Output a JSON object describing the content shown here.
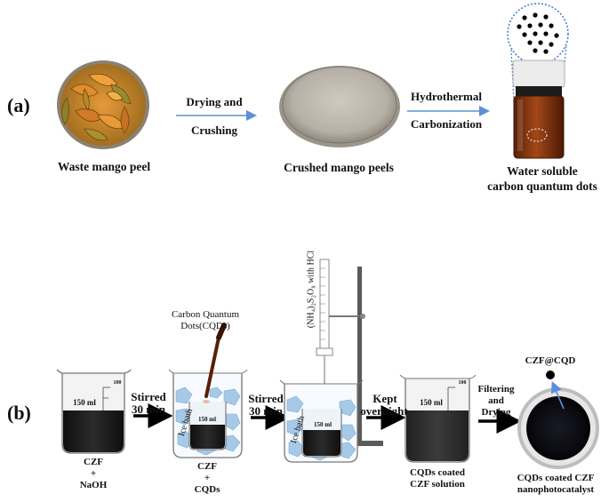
{
  "panel_a": {
    "tag": "(a)",
    "items": [
      {
        "label": "Waste  mango peel"
      },
      {
        "label": "Crushed mango peels"
      },
      {
        "label_line1": "Water soluble",
        "label_line2": "carbon quantum dots"
      }
    ],
    "steps": [
      {
        "line1": "Drying and",
        "line2": "Crushing"
      },
      {
        "line1": "Hydrothermal",
        "line2": "Carbonization"
      }
    ]
  },
  "panel_b": {
    "tag": "(b)",
    "beaker_volume": "150 ml",
    "beaker_mark": "100",
    "ice_bath": "Ice bath",
    "dropper_label_line1": "Carbon Quantum",
    "dropper_label_line2": "Dots(CQDs)",
    "burette_label": "(NH₄)₂S₂O₈ with HCl",
    "product_label": "CZF@CQD",
    "captions": [
      {
        "line1": "CZF",
        "line2": "+",
        "line3": "NaOH"
      },
      {
        "line1": "CZF",
        "line2": "+",
        "line3": "CQDs"
      },
      {
        "line1": "CQDs  coated",
        "line2": "CZF solution"
      },
      {
        "line1": "CQDs  coated CZF",
        "line2": "nanophotocatalyst"
      }
    ],
    "steps": [
      {
        "line1": "Stirred",
        "line2": "30 min"
      },
      {
        "line1": "Stirred",
        "line2": "30 min"
      },
      {
        "line1": "Kept",
        "line2": "overnight"
      },
      {
        "line1": "Filtering",
        "line2": "and",
        "line3": "Drying"
      }
    ]
  },
  "colors": {
    "arrow_blue": "#5b8fd9",
    "mango_orange": "#e0862a",
    "mango_green": "#8a8a2e",
    "powder": "#b9b3aa",
    "cqd_solution": "#8a3a12",
    "dark_liquid": "#1c1c1c",
    "ice": "#9fc4e6",
    "zoom_dotted": "#4a7fd0"
  }
}
